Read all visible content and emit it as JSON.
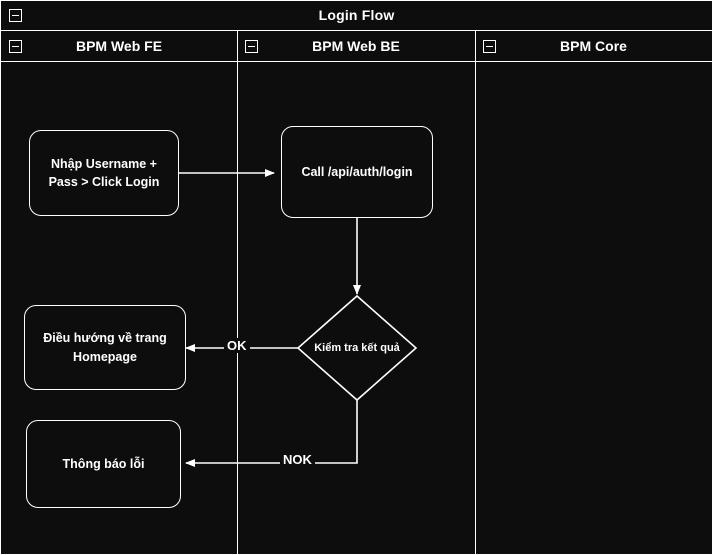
{
  "pool": {
    "title": "Login Flow",
    "collapse_icon": "minus-icon"
  },
  "lanes": [
    {
      "id": "fe",
      "label": "BPM Web FE",
      "collapse_icon": "minus-icon"
    },
    {
      "id": "be",
      "label": "BPM Web BE",
      "collapse_icon": "minus-icon"
    },
    {
      "id": "core",
      "label": "BPM Core",
      "collapse_icon": "minus-icon"
    }
  ],
  "nodes": [
    {
      "id": "n1",
      "lane": "fe",
      "type": "task",
      "label": "Nhập Username + Pass > Click Login"
    },
    {
      "id": "n2",
      "lane": "be",
      "type": "task",
      "label": "Call /api/auth/login"
    },
    {
      "id": "n3",
      "lane": "be",
      "type": "gateway",
      "label": "Kiểm tra kết quả"
    },
    {
      "id": "n4",
      "lane": "fe",
      "type": "task",
      "label": "Điều hướng về trang Homepage"
    },
    {
      "id": "n5",
      "lane": "fe",
      "type": "task",
      "label": "Thông báo lỗi"
    }
  ],
  "edges": [
    {
      "id": "e1",
      "from": "n1",
      "to": "n2",
      "label": ""
    },
    {
      "id": "e2",
      "from": "n2",
      "to": "n3",
      "label": ""
    },
    {
      "id": "e3",
      "from": "n3",
      "to": "n4",
      "label": "OK"
    },
    {
      "id": "e4",
      "from": "n3",
      "to": "n5",
      "label": "NOK"
    }
  ],
  "colors": {
    "background": "#0d0d0d",
    "stroke": "#ffffff",
    "text": "#ffffff"
  }
}
